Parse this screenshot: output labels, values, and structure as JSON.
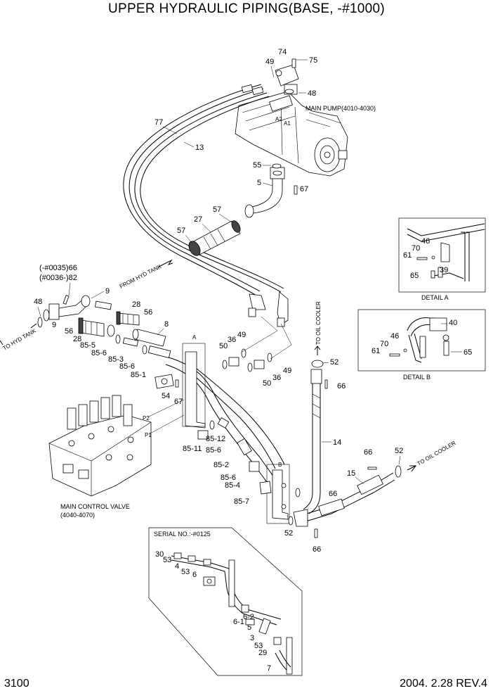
{
  "title": "UPPER HYDRAULIC PIPING(BASE, -#1000)",
  "page_number": "3100",
  "date_rev": "2004. 2.28  REV.4",
  "captions": {
    "main_pump": "MAIN PUMP(4010-4030)",
    "main_control_valve_1": "MAIN CONTROL VALVE",
    "main_control_valve_2": "(4040-4070)",
    "detail_a": "DETAIL A",
    "detail_b": "DETAIL B",
    "serial": "SERIAL NO.:-#0125",
    "from_hyd_tank": "FROM HYD TANK",
    "to_hyd_tank": "TO HYD TANK",
    "to_oil_cooler_1": "TO OIL COOLER",
    "to_oil_cooler_2": "TO OIL COOLER",
    "range_1": "(-#0035)66",
    "range_2": "(#0036-)82",
    "mark_a": "A",
    "mark_b": "B",
    "port_p1": "P1",
    "port_p2": "P2",
    "port_a1": "A1",
    "port_a2": "A2"
  },
  "labels": {
    "l74": "74",
    "l75": "75",
    "l49_top": "49",
    "l48_top": "48",
    "l77": "77",
    "l13": "13",
    "l55": "55",
    "l5": "5",
    "l67_top": "67",
    "l57_a": "57",
    "l27": "27",
    "l57_b": "57",
    "l9_a": "9",
    "l48_left": "48",
    "l9_b": "9",
    "l56_a": "56",
    "l28_a": "28",
    "l28_b": "28",
    "l56_b": "56",
    "l8": "8",
    "l85_5": "85-5",
    "l85_6a": "85-6",
    "l85_3": "85-3",
    "l85_6b": "85-6",
    "l85_1": "85-1",
    "l54": "54",
    "l67_mid": "67",
    "l50_a": "50",
    "l36_a": "36",
    "l49_a": "49",
    "l49_b": "49",
    "l50_b": "50",
    "l36_b": "36",
    "l52_a": "52",
    "l66_a": "66",
    "l14": "14",
    "l85_12": "85-12",
    "l85_11": "85-11",
    "l85_6c": "85-6",
    "l85_2": "85-2",
    "l85_6d": "85-6",
    "l85_4": "85-4",
    "l85_7": "85-7",
    "l66_b": "66",
    "l52_b": "52",
    "l15": "15",
    "l66_c": "66",
    "l52_c": "52",
    "l66_d": "66",
    "da_61": "61",
    "da_70": "70",
    "da_46": "46",
    "da_65": "65",
    "da_39": "39",
    "db_40": "40",
    "db_46": "46",
    "db_70": "70",
    "db_61": "61",
    "db_65": "65",
    "s_30": "30",
    "s_53a": "53",
    "s_4": "4",
    "s_53b": "53",
    "s_6": "6",
    "s_6_1": "6-1",
    "s_6_2": "6-2",
    "s_5": "5",
    "s_3": "3",
    "s_53c": "53",
    "s_29": "29",
    "s_7": "7"
  }
}
